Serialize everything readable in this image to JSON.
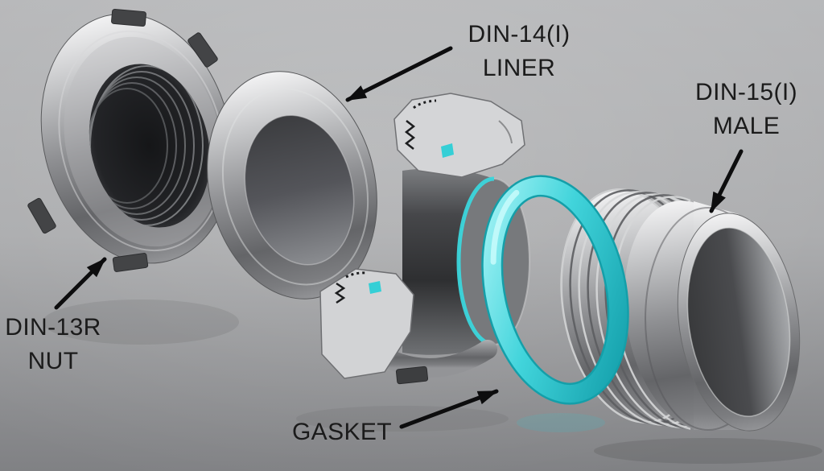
{
  "background": {
    "top": "#b5b6b8",
    "bottom": "#808184"
  },
  "labels": {
    "liner": {
      "line1": "DIN-14(I)",
      "line2": "LINER"
    },
    "male": {
      "line1": "DIN-15(I)",
      "line2": "MALE"
    },
    "nut": {
      "line1": "DIN-13R",
      "line2": "NUT"
    },
    "gasket": {
      "line1": "GASKET"
    }
  },
  "colors": {
    "gasket_core": "#2fc9d1",
    "gasket_accent": "#35cfd6",
    "gasket_highlight": "#c9fbfc",
    "metal_light": "#d8d9da",
    "metal_dark": "#55565a",
    "label_text": "#1b1b1b",
    "arrow": "#0d0d0e"
  },
  "parts": [
    {
      "id": "nut",
      "label_ref": "nut"
    },
    {
      "id": "liner-ring",
      "label_ref": "liner"
    },
    {
      "id": "liner-body",
      "label_ref": "liner"
    },
    {
      "id": "gasket",
      "label_ref": "gasket"
    },
    {
      "id": "male-fitting",
      "label_ref": "male"
    }
  ]
}
